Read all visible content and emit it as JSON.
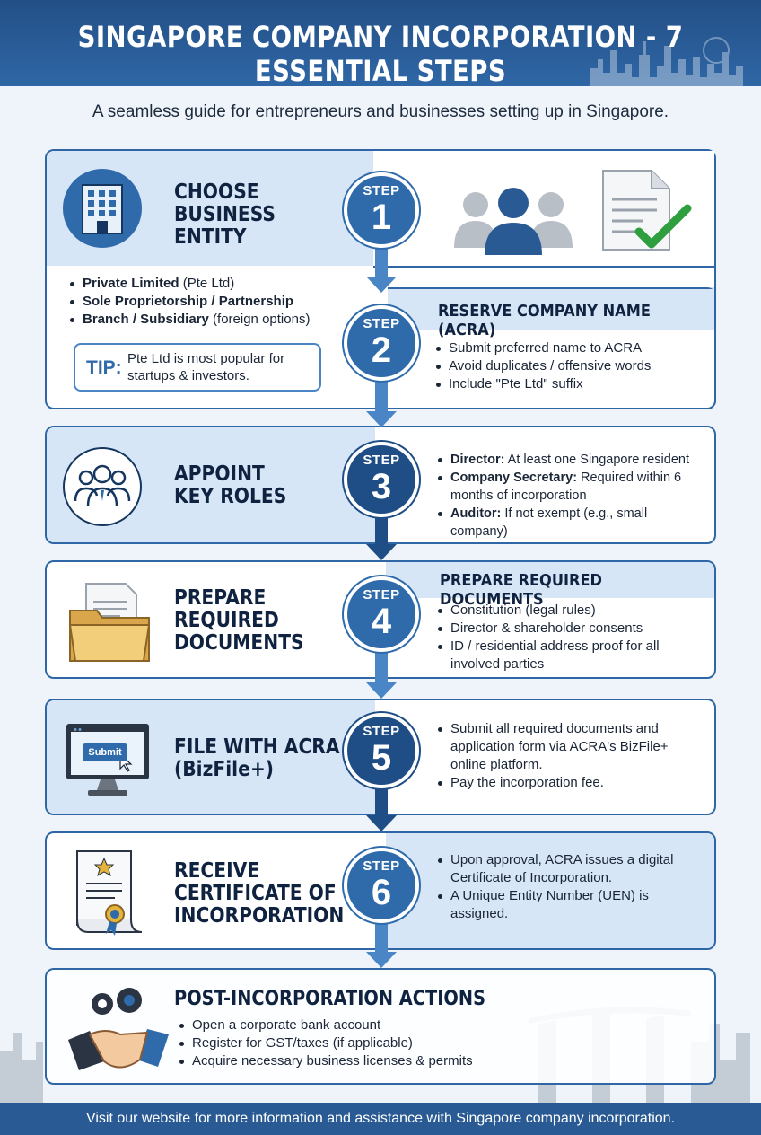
{
  "header": {
    "title": "SINGAPORE COMPANY INCORPORATION - 7 ESSENTIAL STEPS",
    "subtitle": "A seamless guide for entrepreneurs and businesses setting up in Singapore."
  },
  "step_word": "STEP",
  "steps": [
    {
      "number": "1",
      "title_lines": [
        "CHOOSE",
        "BUSINESS",
        "ENTITY"
      ],
      "bullets": [
        {
          "bold": "Private Limited",
          "text": " (Pte Ltd)"
        },
        {
          "bold": "Sole Proprietorship / Partnership",
          "text": ""
        },
        {
          "bold": "Branch / Subsidiary",
          "text": " (foreign options)"
        }
      ],
      "tip_label": "TIP:",
      "tip_text": "Pte Ltd is most popular for startups & investors."
    },
    {
      "number": "2",
      "title": "RESERVE COMPANY NAME (ACRA)",
      "bullets": [
        "Submit preferred name to ACRA",
        "Avoid duplicates / offensive words",
        "Include \"Pte Ltd\" suffix"
      ]
    },
    {
      "number": "3",
      "title_lines": [
        "APPOINT",
        "KEY ROLES"
      ],
      "bullets": [
        {
          "bold": "Director:",
          "text": " At least one Singapore resident"
        },
        {
          "bold": "Company Secretary:",
          "text": " Required within 6 months of incorporation"
        },
        {
          "bold": "Auditor:",
          "text": " If not exempt (e.g., small company)"
        }
      ]
    },
    {
      "number": "4",
      "title_lines": [
        "PREPARE",
        "REQUIRED",
        "DOCUMENTS"
      ],
      "side_title": "PREPARE REQUIRED DOCUMENTS",
      "bullets": [
        "Constitution (legal rules)",
        "Director & shareholder consents",
        "ID / residential address proof for all involved parties"
      ]
    },
    {
      "number": "5",
      "title_lines": [
        "FILE WITH ACRA",
        "(BizFile+)"
      ],
      "button_text": "Submit",
      "bullets": [
        "Submit all required documents and application form via ACRA's BizFile+ online platform.",
        "Pay the incorporation fee."
      ]
    },
    {
      "number": "6",
      "title_lines": [
        "RECEIVE",
        "CERTIFICATE OF",
        "INCORPORATION"
      ],
      "bullets": [
        "Upon approval, ACRA issues a digital Certificate of Incorporation.",
        "A Unique Entity Number (UEN) is assigned."
      ]
    },
    {
      "title": "POST-INCORPORATION ACTIONS",
      "bullets": [
        "Open a corporate bank account",
        "Register for GST/taxes (if applicable)",
        "Acquire necessary business licenses & permits"
      ]
    }
  ],
  "footer": "Visit our website for more information and assistance with Singapore company incorporation.",
  "colors": {
    "primary": "#2f6bab",
    "dark": "#1f4d85",
    "tint": "#d6e6f6",
    "check": "#2e9e3e"
  }
}
